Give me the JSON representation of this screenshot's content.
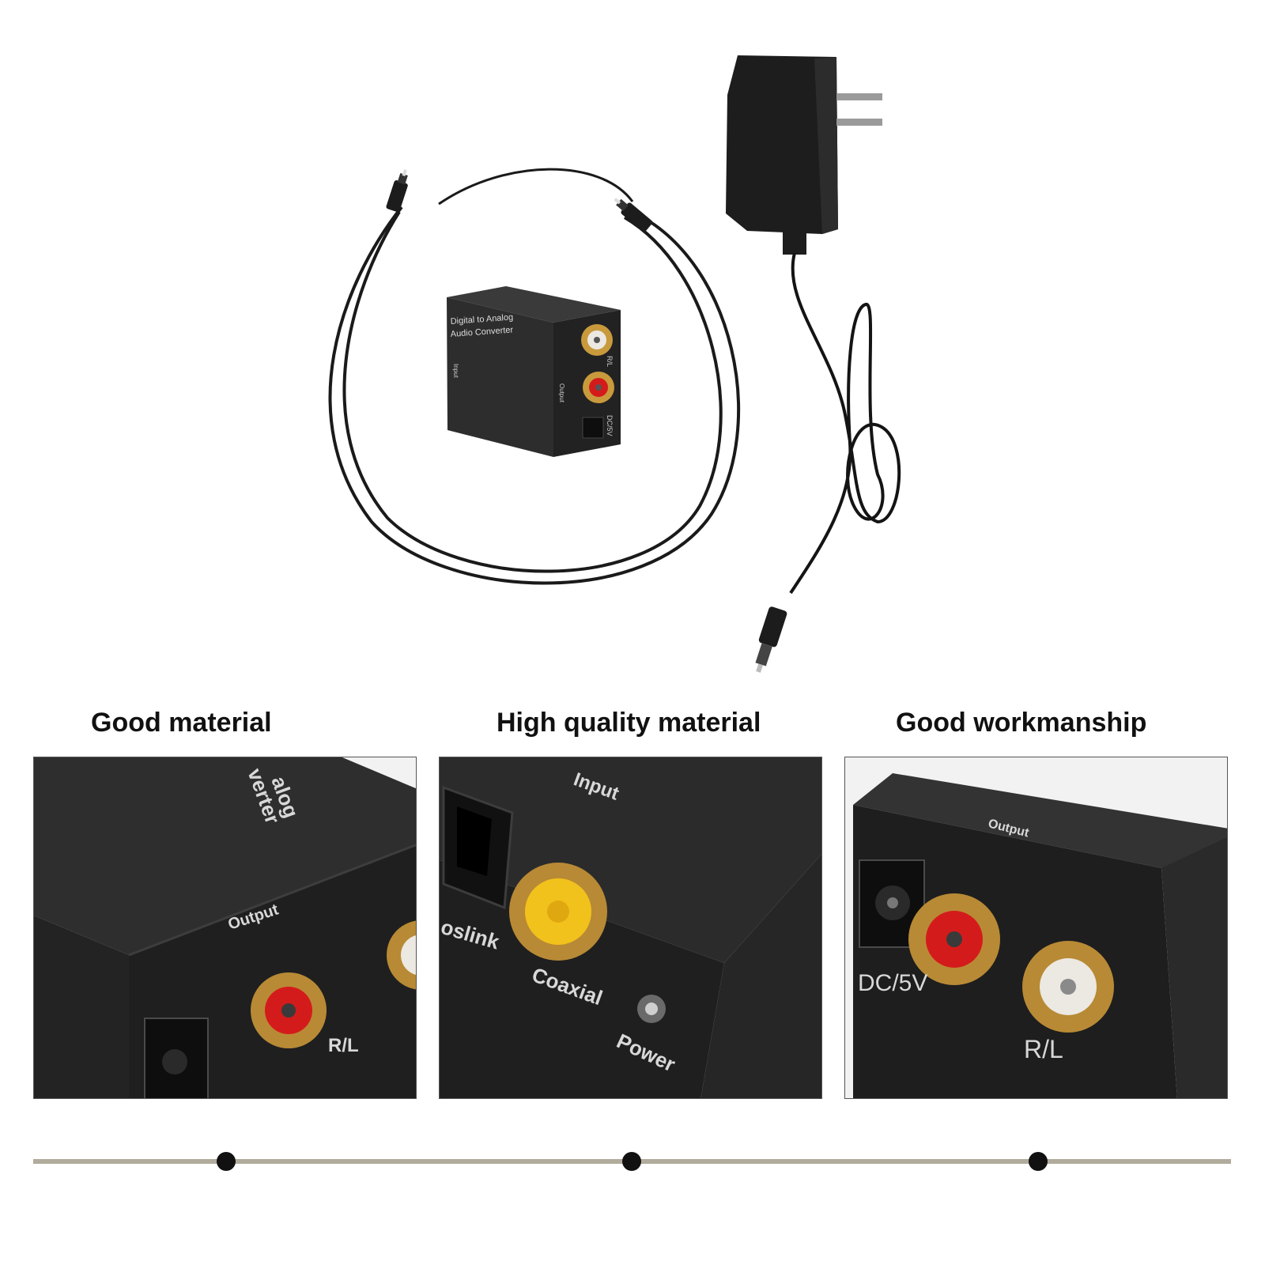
{
  "device": {
    "label_line1": "Digital to Analog",
    "label_line2": "Audio Converter",
    "input_label": "Input",
    "output_label": "Output",
    "rl_label": "R/L",
    "dc_label": "DC/5V"
  },
  "features": [
    {
      "caption": "Good material",
      "panel_texts": {
        "label_a": "alog",
        "label_b": "verter",
        "output": "Output",
        "rl": "R/L"
      }
    },
    {
      "caption": "High quality material",
      "panel_texts": {
        "input": "Input",
        "toslink": "oslink",
        "coaxial": "Coaxial",
        "power": "Power"
      }
    },
    {
      "caption": "Good workmanship",
      "panel_texts": {
        "output": "Output",
        "dc": "DC/5V",
        "rl": "R/L"
      }
    }
  ],
  "colors": {
    "timeline_line": "#b1ab9c",
    "timeline_dot": "#111111",
    "device_body": "#2b2b2b",
    "rca_red": "#d41b1b",
    "rca_white": "#ece8e2",
    "rca_yellow": "#f2c21c",
    "gold": "#c89a3c"
  }
}
